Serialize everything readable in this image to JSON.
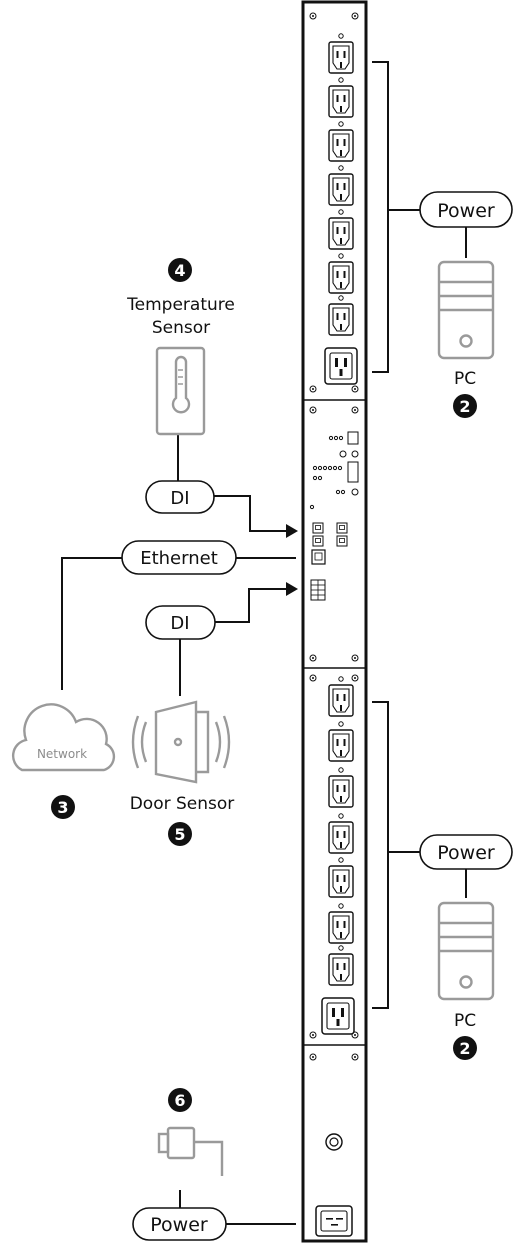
{
  "labels": {
    "power_top": "Power",
    "power_mid": "Power",
    "power_bottom": "Power",
    "pc_top": "PC",
    "pc_bottom": "PC",
    "temp_line1": "Temperature",
    "temp_line2": "Sensor",
    "di_top": "DI",
    "di_bottom": "DI",
    "ethernet": "Ethernet",
    "network": "Network",
    "door_sensor": "Door Sensor"
  },
  "badges": {
    "pc_top": "2",
    "pc_bottom": "2",
    "network": "3",
    "temperature": "4",
    "door": "5",
    "power_input": "6"
  }
}
